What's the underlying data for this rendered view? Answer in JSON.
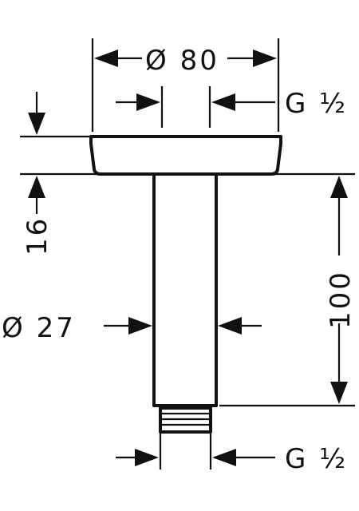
{
  "drawing": {
    "dimensions": {
      "flange_diameter": "Ø 80",
      "flange_thread_top": "G ½",
      "flange_height": "16",
      "arm_length": "100",
      "arm_diameter": "Ø 27",
      "outlet_thread_bottom": "G ½"
    },
    "colors": {
      "line": "#111111",
      "background": "#ffffff"
    }
  }
}
